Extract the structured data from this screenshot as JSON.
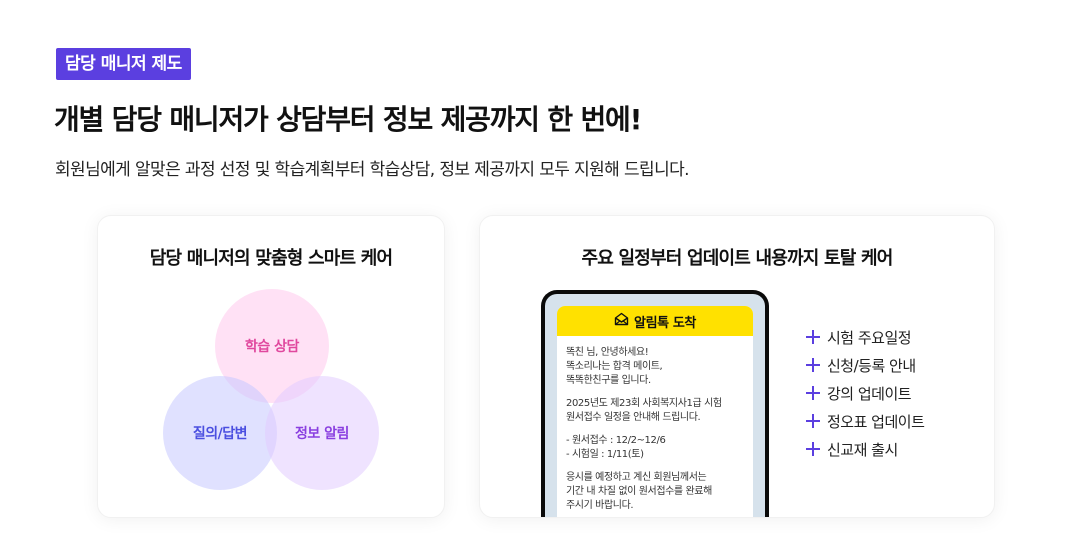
{
  "badge": {
    "label": "담당 매니저 제도",
    "color": "#5b3fe0"
  },
  "headline": "개별 담당 매니저가 상담부터 정보 제공까지 한 번에!",
  "subtext": "회원님에게 알맞은 과정 선정 및 학습계획부터 학습상담, 정보 제공까지 모두 지원해 드립니다.",
  "left_card": {
    "title": "담당 매니저의 맞춤형 스마트 케어",
    "circles": [
      {
        "label": "학습 상담",
        "color": "#e0489e"
      },
      {
        "label": "질의/답변",
        "color": "#4b4fe0"
      },
      {
        "label": "정보 알림",
        "color": "#8a3fe0"
      }
    ]
  },
  "right_card": {
    "title": "주요 일정부터 업데이트 내용까지 토탈 케어",
    "message": {
      "icon": "envelope-open-icon",
      "header": "알림톡 도착",
      "header_color": "#ffe100",
      "paragraphs": [
        "똑친 님, 안녕하세요!\n똑소리나는 합격 메이트,\n똑똑한친구를 입니다.",
        "2025년도 제23회 사회복지사1급 시험\n원서접수 일정을 안내해 드립니다.",
        "- 원서접수 : 12/2~12/6\n- 시험일 : 1/11(토)",
        "응시를 예정하고 계신 회원님께서는\n기간 내 차질 없이 원서접수를 완료해\n주시기 바랍니다."
      ]
    },
    "features": [
      "시험 주요일정",
      "신청/등록 안내",
      "강의 업데이트",
      "정오표 업데이트",
      "신교재 출시"
    ],
    "feature_icon": "plus-icon",
    "accent": "#5b3fe0"
  }
}
